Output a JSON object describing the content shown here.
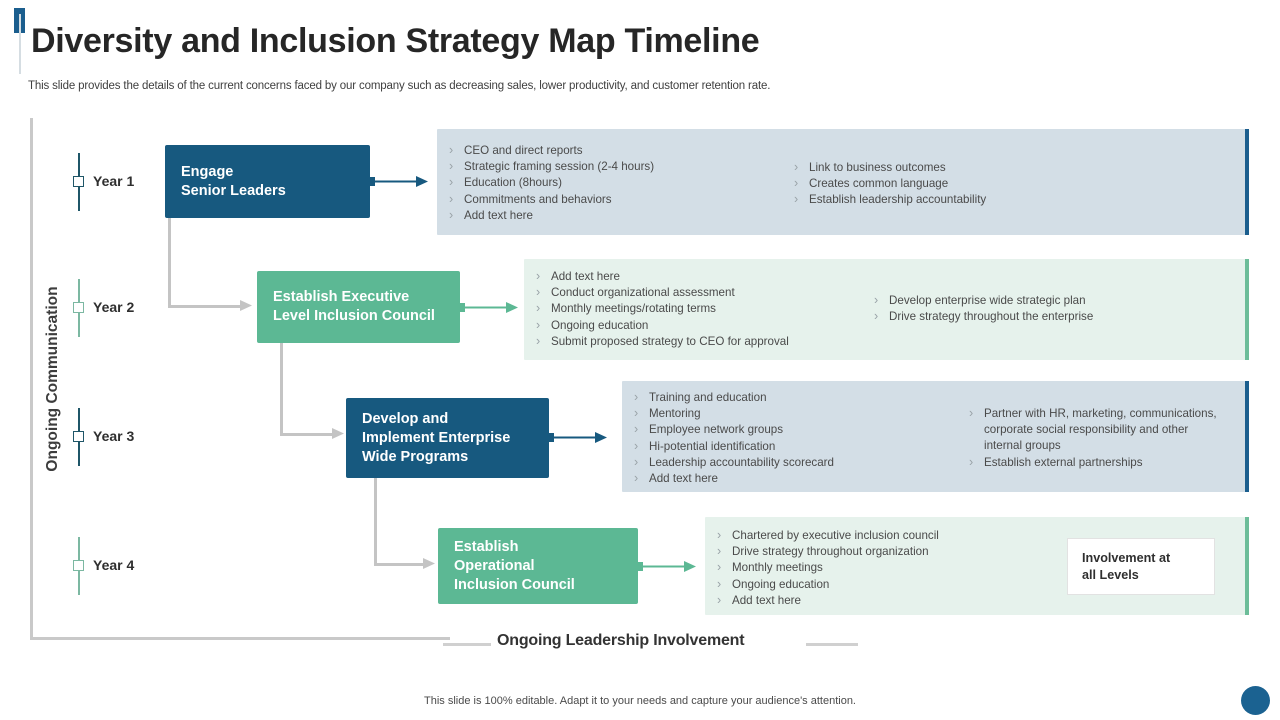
{
  "header": {
    "title": "Diversity and Inclusion Strategy Map Timeline",
    "subtitle": "This slide provides the details of the current concerns faced by our company such as decreasing sales, lower productivity, and customer retention rate."
  },
  "axis": {
    "vertical_label": "Ongoing Communication",
    "bottom_label": "Ongoing Leadership Involvement"
  },
  "colors": {
    "blue": "#17597f",
    "blue_edge": "#1b5e8e",
    "blue_panel": "#d3dee6",
    "green": "#5cb894",
    "green_edge": "#6cbd99",
    "green_panel": "#e6f2ec",
    "gray_connector": "#c4c4c4",
    "title": "#262626"
  },
  "rows": [
    {
      "year": "Year 1",
      "theme": "blue",
      "stage": "Engage\nSenior Leaders",
      "bullets_left": [
        "CEO and direct reports",
        "Strategic framing session (2-4 hours)",
        "Education (8hours)",
        "Commitments and behaviors",
        "Add text here"
      ],
      "bullets_right": [
        "Link to business outcomes",
        "Creates common language",
        "Establish leadership accountability"
      ]
    },
    {
      "year": "Year 2",
      "theme": "green",
      "stage": "Establish Executive\nLevel Inclusion Council",
      "bullets_left": [
        "Add text here",
        "Conduct organizational assessment",
        "Monthly meetings/rotating terms",
        "Ongoing education",
        "Submit proposed strategy to CEO for approval"
      ],
      "bullets_right": [
        "Develop enterprise wide strategic plan",
        "Drive strategy throughout the enterprise"
      ]
    },
    {
      "year": "Year 3",
      "theme": "blue",
      "stage": "Develop and\nImplement Enterprise\nWide Programs",
      "bullets_left": [
        "Training and education",
        "Mentoring",
        "Employee network groups",
        "Hi-potential identification",
        "Leadership accountability scorecard",
        "Add text here"
      ],
      "bullets_right": [
        "Partner with HR, marketing, communications, corporate social responsibility and other internal groups",
        "Establish external partnerships"
      ]
    },
    {
      "year": "Year 4",
      "theme": "green",
      "stage": "Establish\nOperational\nInclusion Council",
      "bullets_left": [
        "Chartered by executive inclusion council",
        "Drive strategy throughout organization",
        "Monthly meetings",
        "Ongoing education",
        "Add text here"
      ],
      "bullets_right": [],
      "callout": "Involvement at\nall Levels"
    }
  ],
  "footer": {
    "note": "This slide is 100% editable. Adapt it to your needs and capture your audience's attention."
  }
}
